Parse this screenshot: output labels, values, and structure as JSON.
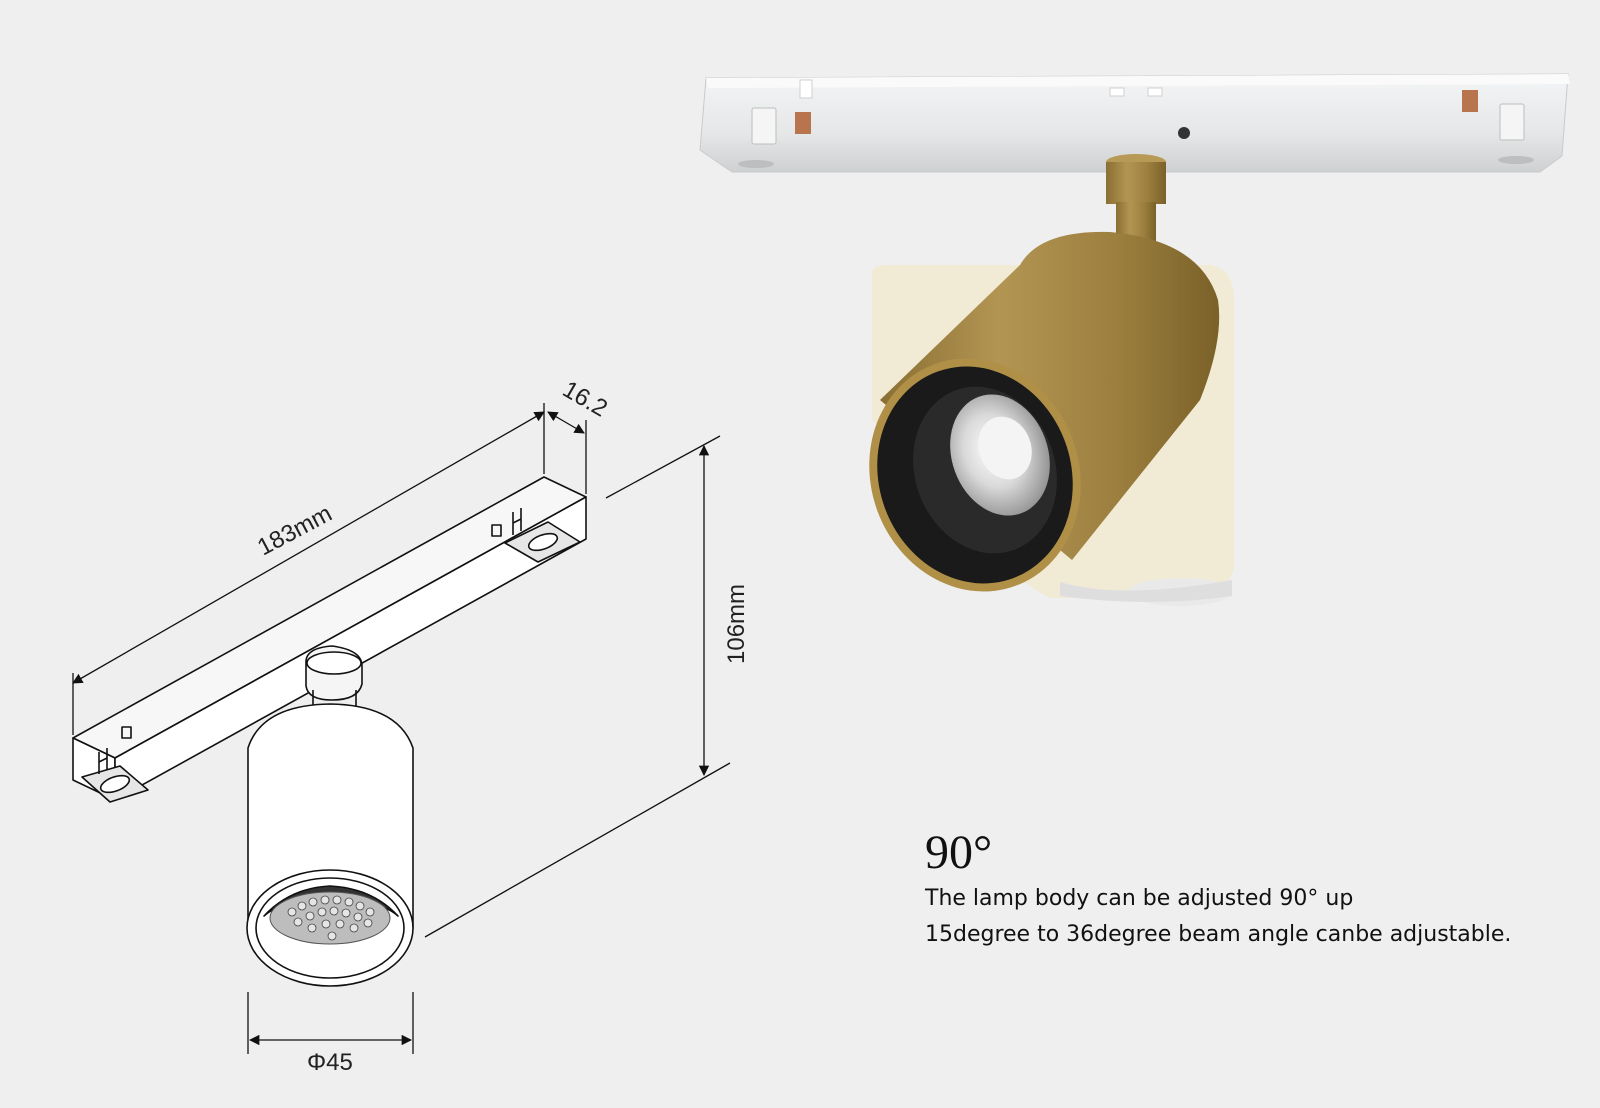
{
  "dimensions": {
    "length": "183mm",
    "width": "16.2",
    "height": "106mm",
    "diameter": "Φ45"
  },
  "caption": {
    "angle": "90°",
    "line1": "The lamp body can be adjusted 90°  up",
    "line2": "15degree to 36degree beam angle canbe adjustable."
  },
  "colors": {
    "background": "#efefef",
    "rail": "#e8e9ea",
    "gold": "#a88b45",
    "lamp_ghost": "#f1ead5"
  }
}
